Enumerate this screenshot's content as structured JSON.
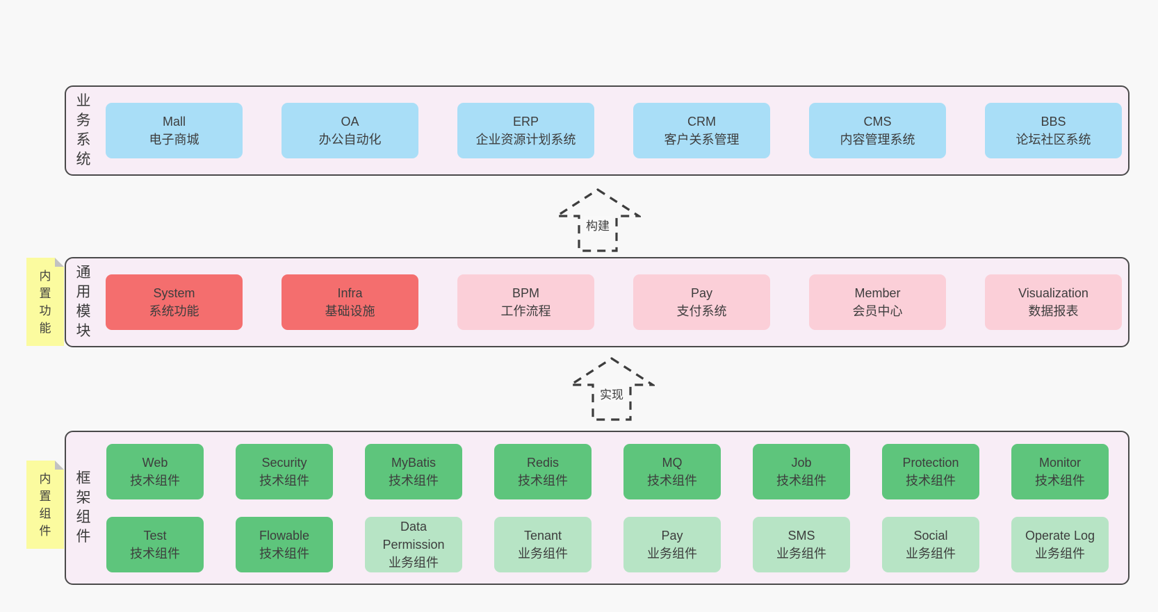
{
  "colors": {
    "background": "#f8f8f8",
    "container_bg": "#f8edf6",
    "container_border": "#4a4a4a",
    "blue_box": "#a9def7",
    "red_box": "#f46e6e",
    "pink_box": "#fbcfd8",
    "green_dark_box": "#5ec57c",
    "green_light_box": "#b7e4c5",
    "note_bg": "#fbfb9f",
    "note_fold": "#c2c2c2",
    "text": "#3d3d3d"
  },
  "layers": {
    "business": {
      "label": "业务系统",
      "boxes": [
        {
          "name": "Mall",
          "desc": "电子商城",
          "type": "blue"
        },
        {
          "name": "OA",
          "desc": "办公自动化",
          "type": "blue"
        },
        {
          "name": "ERP",
          "desc": "企业资源计划系统",
          "type": "blue"
        },
        {
          "name": "CRM",
          "desc": "客户关系管理",
          "type": "blue"
        },
        {
          "name": "CMS",
          "desc": "内容管理系统",
          "type": "blue"
        },
        {
          "name": "BBS",
          "desc": "论坛社区系统",
          "type": "blue"
        }
      ]
    },
    "modules": {
      "label": "通用模块",
      "note": "内置功能",
      "boxes": [
        {
          "name": "System",
          "desc": "系统功能",
          "type": "red"
        },
        {
          "name": "Infra",
          "desc": "基础设施",
          "type": "red"
        },
        {
          "name": "BPM",
          "desc": "工作流程",
          "type": "pink"
        },
        {
          "name": "Pay",
          "desc": "支付系统",
          "type": "pink"
        },
        {
          "name": "Member",
          "desc": "会员中心",
          "type": "pink"
        },
        {
          "name": "Visualization",
          "desc": "数据报表",
          "type": "pink"
        }
      ]
    },
    "components": {
      "label": "框架组件",
      "note": "内置组件",
      "row1": [
        {
          "name": "Web",
          "desc": "技术组件",
          "type": "green-dark"
        },
        {
          "name": "Security",
          "desc": "技术组件",
          "type": "green-dark"
        },
        {
          "name": "MyBatis",
          "desc": "技术组件",
          "type": "green-dark"
        },
        {
          "name": "Redis",
          "desc": "技术组件",
          "type": "green-dark"
        },
        {
          "name": "MQ",
          "desc": "技术组件",
          "type": "green-dark"
        },
        {
          "name": "Job",
          "desc": "技术组件",
          "type": "green-dark"
        },
        {
          "name": "Protection",
          "desc": "技术组件",
          "type": "green-dark"
        },
        {
          "name": "Monitor",
          "desc": "技术组件",
          "type": "green-dark"
        }
      ],
      "row2": [
        {
          "name": "Test",
          "desc": "技术组件",
          "type": "green-dark"
        },
        {
          "name": "Flowable",
          "desc": "技术组件",
          "type": "green-dark"
        },
        {
          "name": "Data Permission",
          "desc": "业务组件",
          "type": "green-light"
        },
        {
          "name": "Tenant",
          "desc": "业务组件",
          "type": "green-light"
        },
        {
          "name": "Pay",
          "desc": "业务组件",
          "type": "green-light"
        },
        {
          "name": "SMS",
          "desc": "业务组件",
          "type": "green-light"
        },
        {
          "name": "Social",
          "desc": "业务组件",
          "type": "green-light"
        },
        {
          "name": "Operate Log",
          "desc": "业务组件",
          "type": "green-light"
        }
      ]
    }
  },
  "arrows": {
    "build": {
      "label": "构建"
    },
    "implement": {
      "label": "实现"
    }
  }
}
